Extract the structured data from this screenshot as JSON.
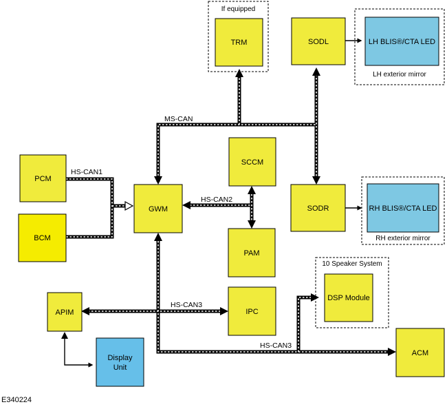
{
  "colors": {
    "module": "#f0eb3c",
    "module_bright": "#f5ec00",
    "led": "#7ec8e3",
    "display": "#66bfe9"
  },
  "modules": {
    "trm": "TRM",
    "sodl": "SODL",
    "sodr": "SODR",
    "lh_led": "LH BLIS®/CTA LED",
    "rh_led": "RH BLIS®/CTA LED",
    "pcm": "PCM",
    "bcm": "BCM",
    "gwm": "GWM",
    "sccm": "SCCM",
    "pam": "PAM",
    "apim": "APIM",
    "ipc": "IPC",
    "dsp": "DSP Module",
    "acm": "ACM",
    "display_line1": "Display",
    "display_line2": "Unit"
  },
  "captions": {
    "if_equipped": "If equipped",
    "lh_mirror": "LH exterior mirror",
    "rh_mirror": "RH exterior mirror",
    "speaker_system": "10 Speaker System"
  },
  "buses": {
    "ms_can": "MS-CAN",
    "hs_can1": "HS-CAN1",
    "hs_can2": "HS-CAN2",
    "hs_can3_upper": "HS-CAN3",
    "hs_can3_lower": "HS-CAN3"
  },
  "figure_id": "E340224"
}
